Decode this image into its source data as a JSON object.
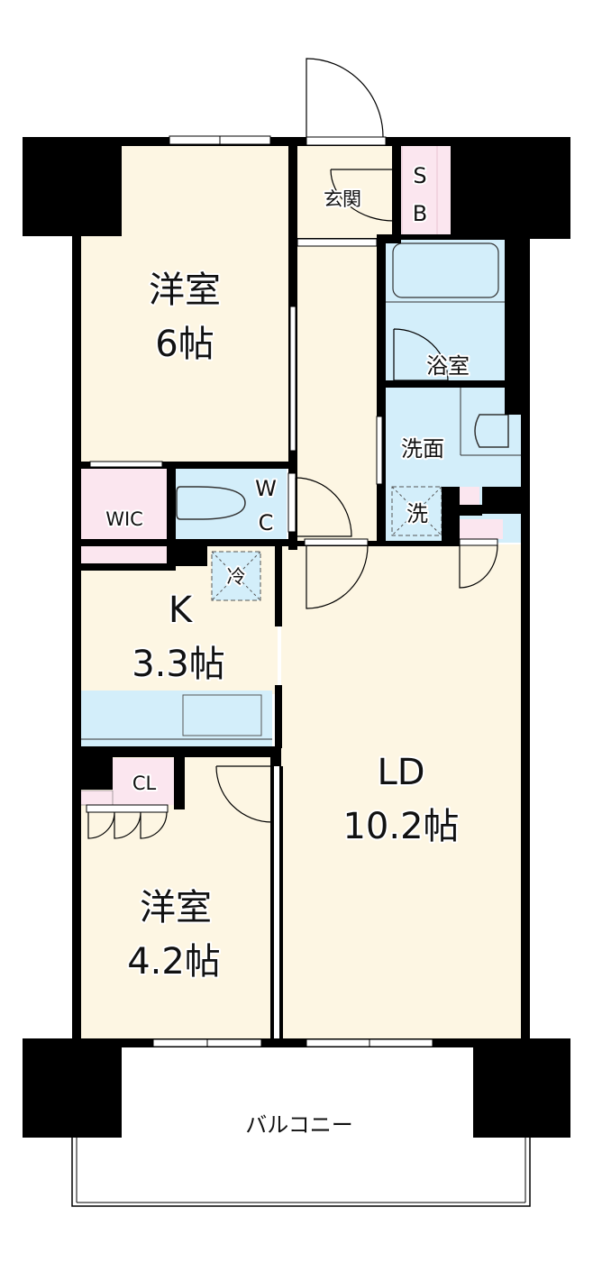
{
  "colors": {
    "floor": "#fdf6e3",
    "wet_area": "#d3eefa",
    "storage": "#fbe6ef",
    "wall": "#000000"
  },
  "rooms": {
    "western_6": {
      "name": "洋室",
      "size": "6帖"
    },
    "entrance": {
      "name": "玄関"
    },
    "shoe_box": {
      "line1": "S",
      "line2": "B"
    },
    "bath": {
      "name": "浴室"
    },
    "washroom": {
      "name": "洗面"
    },
    "laundry": {
      "name": "洗"
    },
    "wic": {
      "name": "WIC"
    },
    "wc": {
      "line1": "W",
      "line2": "C"
    },
    "fridge": {
      "name": "冷"
    },
    "kitchen": {
      "name": "K",
      "size": "3.3帖"
    },
    "ld": {
      "name": "LD",
      "size": "10.2帖"
    },
    "cl": {
      "name": "CL"
    },
    "western_42": {
      "name": "洋室",
      "size": "4.2帖"
    },
    "balcony": {
      "name": "バルコニー"
    }
  }
}
